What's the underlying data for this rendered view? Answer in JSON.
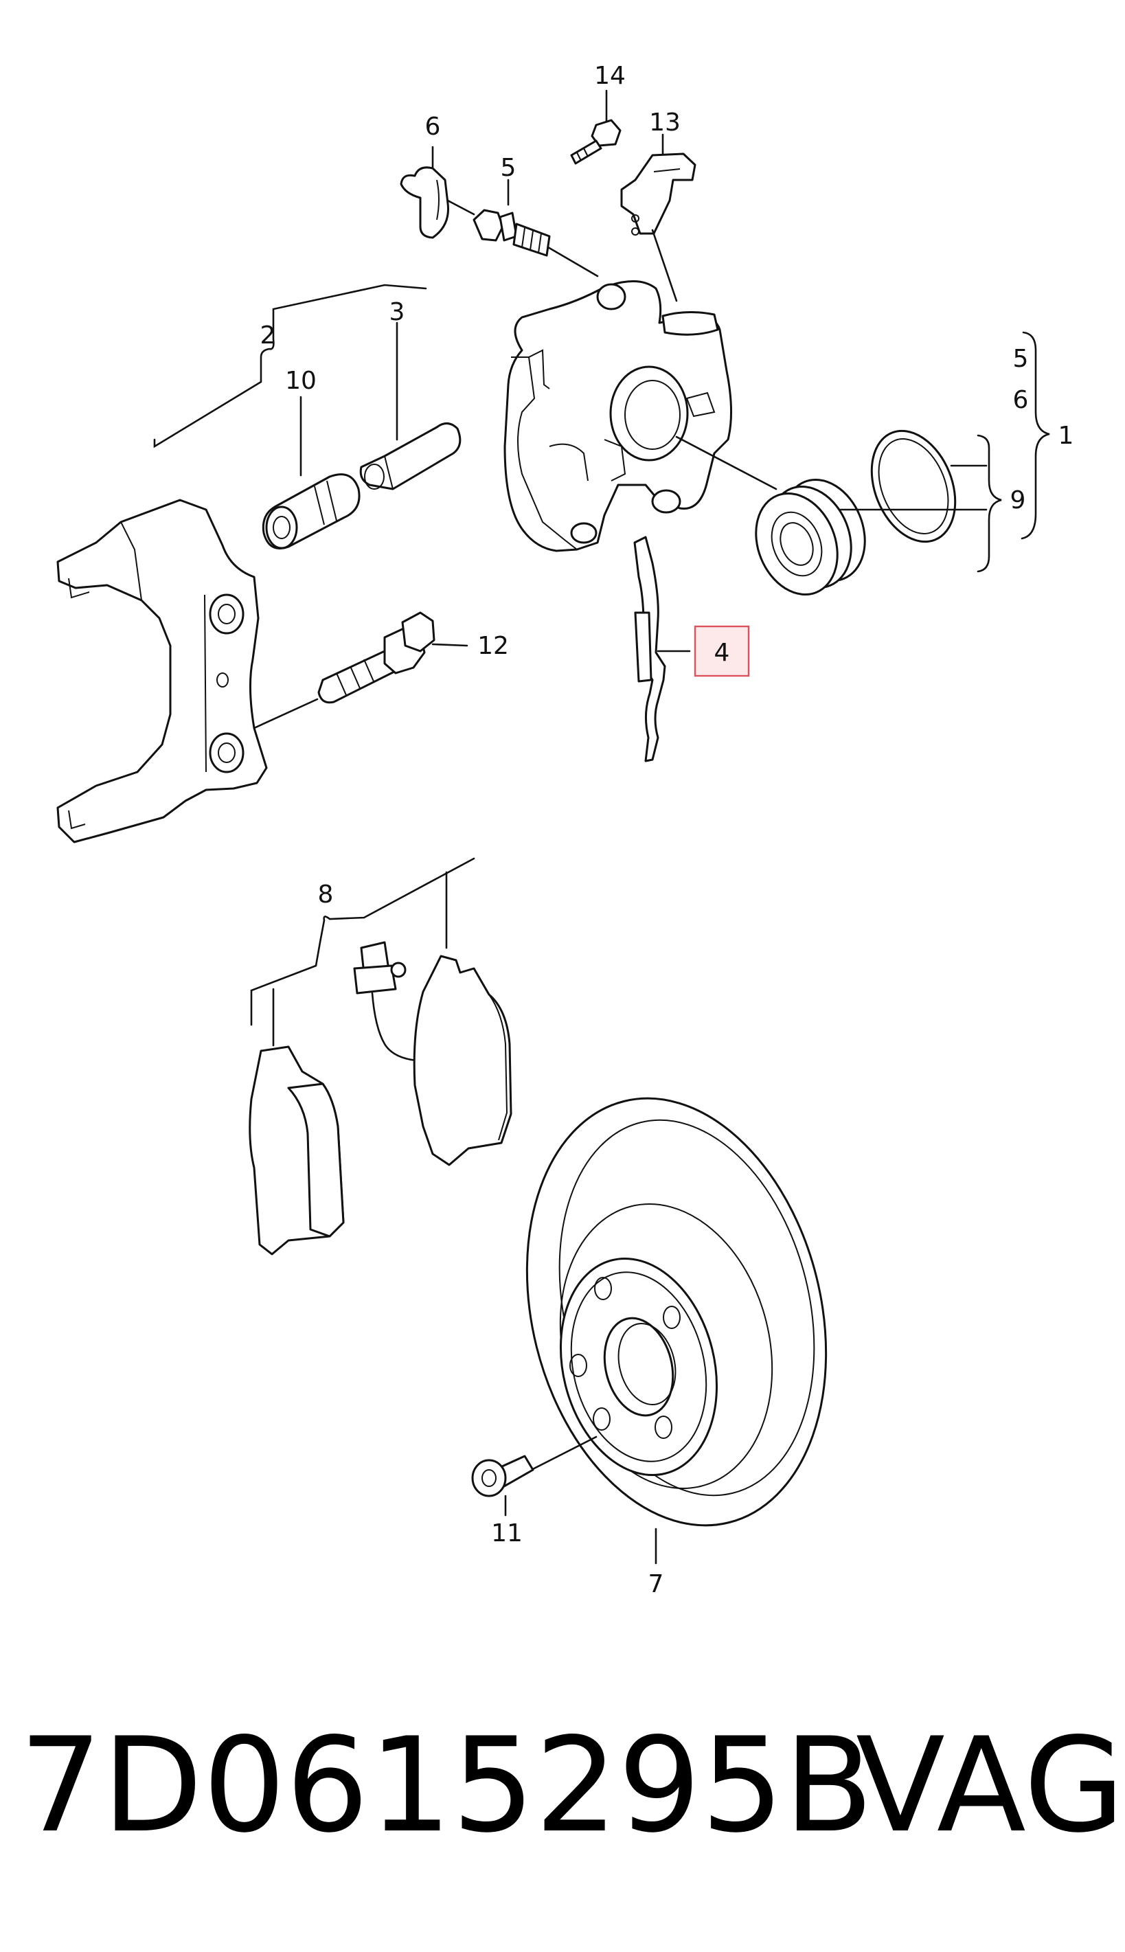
{
  "callouts": {
    "c1": "1",
    "c2": "2",
    "c3": "3",
    "c4": "4",
    "c5_bolt": "5",
    "c5_group": "5",
    "c6_cap": "6",
    "c6_group": "6",
    "c7": "7",
    "c8": "8",
    "c9": "9",
    "c10": "10",
    "c11": "11",
    "c12": "12",
    "c13": "13",
    "c14": "14"
  },
  "highlighted_callout": "4",
  "highlight_color": "#fde8ea",
  "highlight_border_color": "#d9535f",
  "footer": {
    "part_number": "7D0615295B",
    "brand": "VAG"
  }
}
